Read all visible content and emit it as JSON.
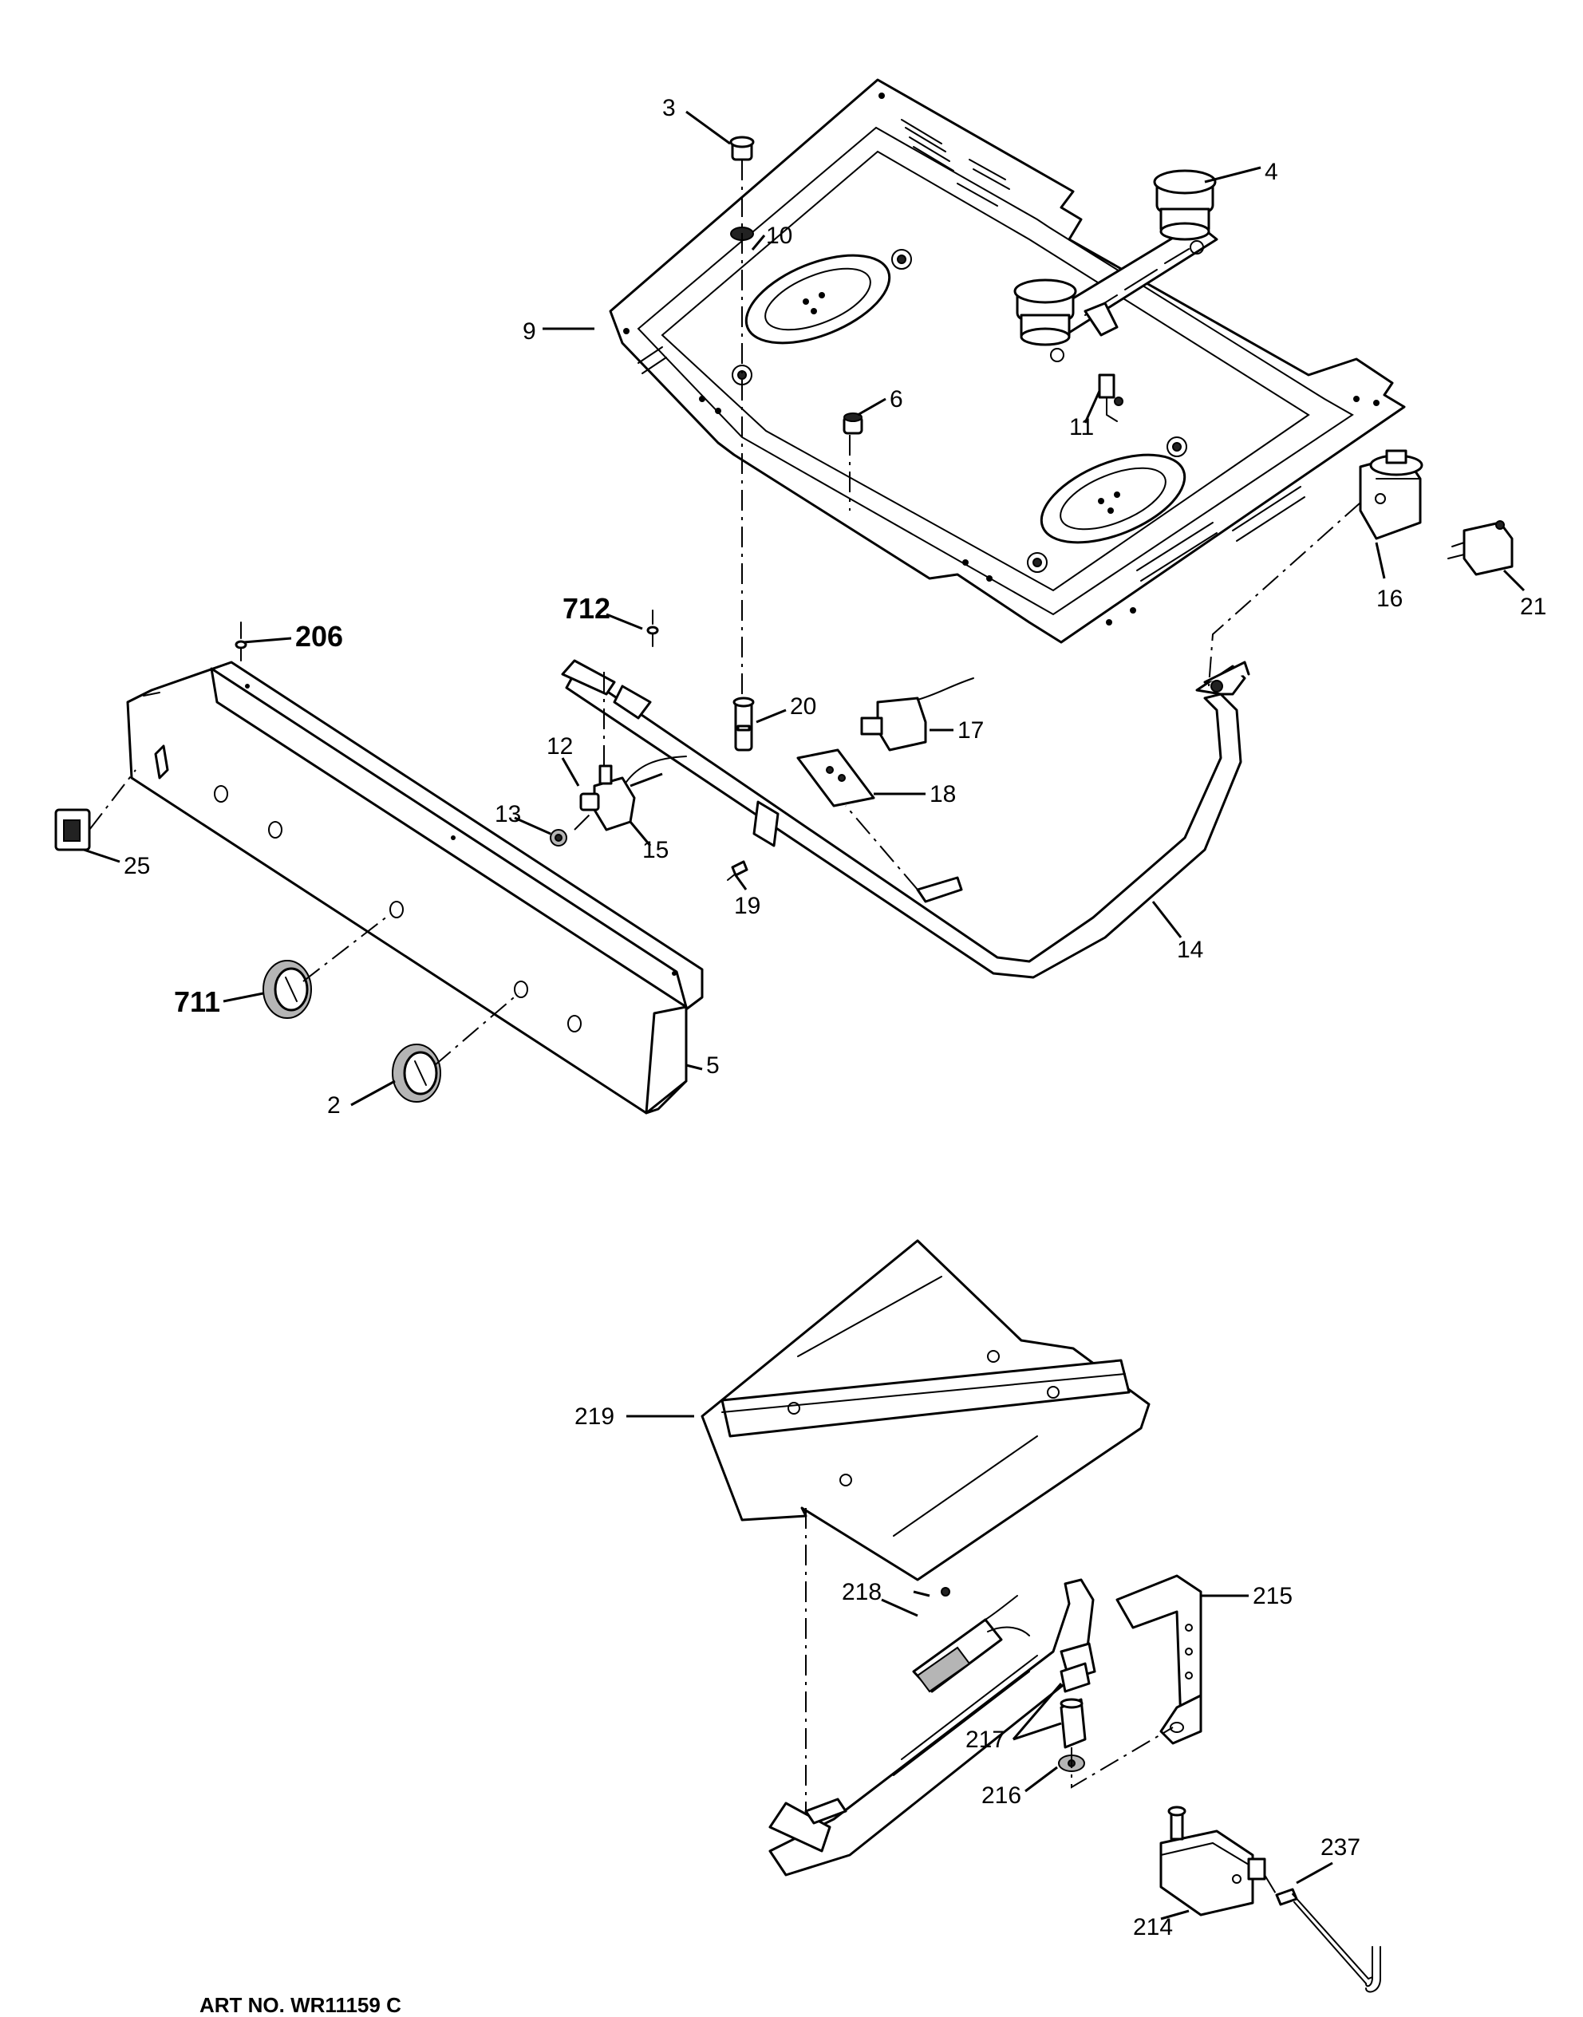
{
  "callouts": {
    "c2": "2",
    "c3": "3",
    "c4": "4",
    "c5": "5",
    "c6": "6",
    "c9": "9",
    "c10": "10",
    "c11": "11",
    "c12": "12",
    "c13": "13",
    "c14": "14",
    "c15": "15",
    "c16": "16",
    "c17": "17",
    "c18": "18",
    "c19": "19",
    "c20": "20",
    "c21": "21",
    "c25": "25",
    "c206": "206",
    "c214": "214",
    "c215": "215",
    "c216": "216",
    "c217": "217",
    "c218": "218",
    "c219": "219",
    "c237": "237",
    "c711": "711",
    "c712": "712"
  },
  "footer_text": "ART NO. WR11159 C",
  "colors": {
    "ink": "#000000",
    "paper": "#ffffff",
    "shade": "#b5b5b5"
  }
}
